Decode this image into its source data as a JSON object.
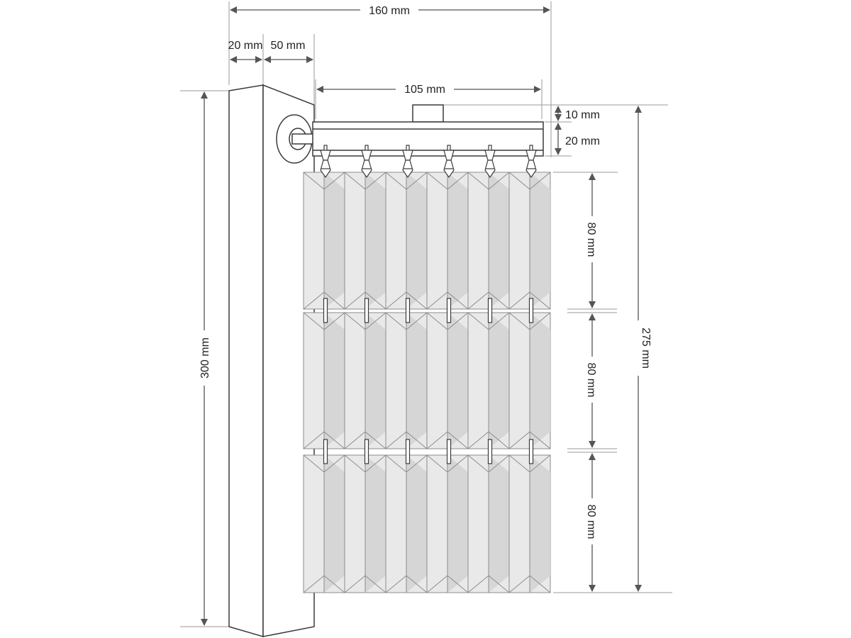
{
  "dimensions": {
    "total_depth": "160 mm",
    "wall_offset": "20 mm",
    "bracket_depth": "50 mm",
    "rail_width": "105 mm",
    "rail_top": "10 mm",
    "rail_height": "20 mm",
    "panel_height_1": "80 mm",
    "panel_height_2": "80 mm",
    "panel_height_3": "80 mm",
    "wall_height": "300 mm",
    "blind_height": "275 mm"
  },
  "colors": {
    "line": "#3a3a3a",
    "arrow": "#555555",
    "extension": "#9a9a9a",
    "panel_fill": "#e9e9e9",
    "panel_fold": "#d6d6d6",
    "panel_stroke": "#8c8c8c"
  },
  "panels": {
    "rows": 3,
    "pleats_per_row": 12,
    "clips_per_row": 6
  }
}
